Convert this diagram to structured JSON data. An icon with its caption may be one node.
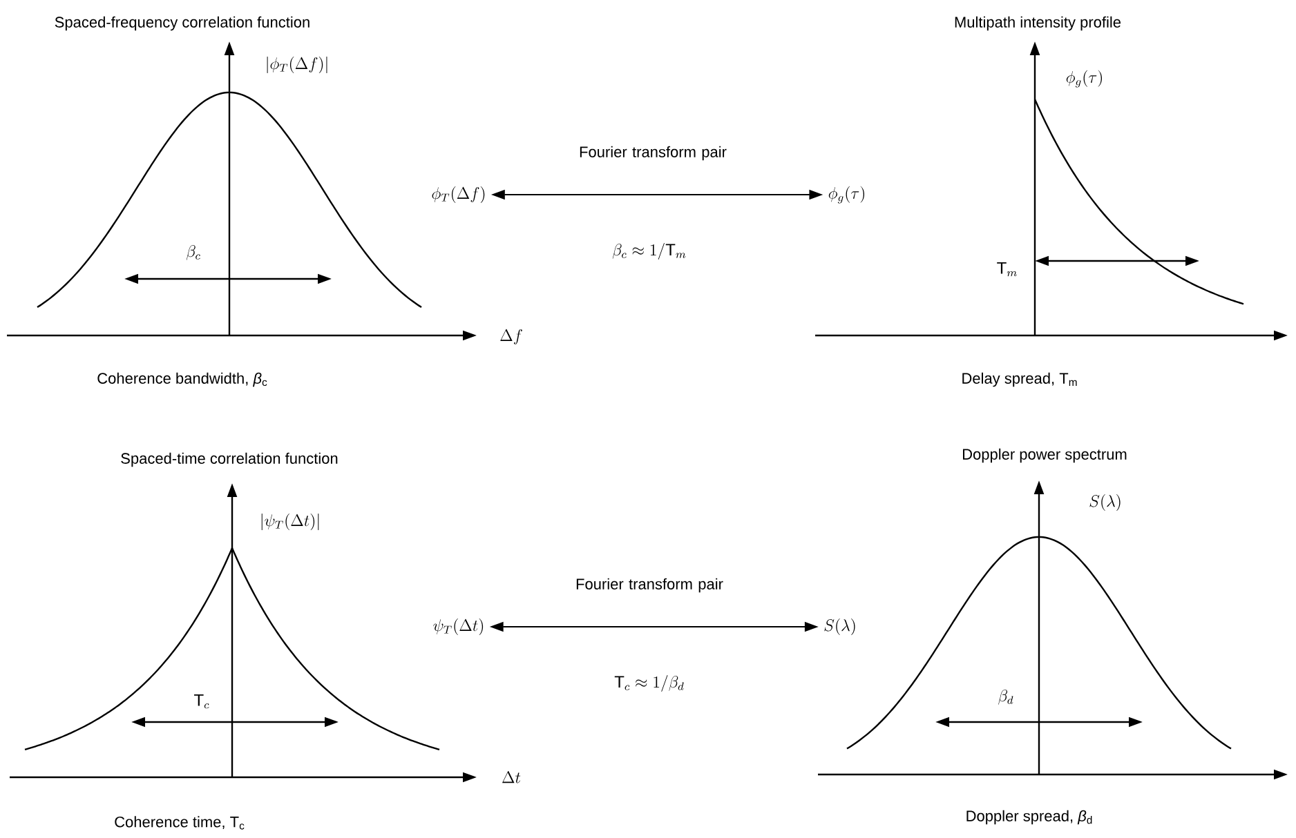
{
  "diagram": {
    "nodes": [
      {
        "text": [
          "\\phi_T(\\Delta f)"
        ]
      },
      {
        "text": [
          "\\phi_g(\\tau)"
        ]
      },
      {
        "text": [
          "\\psi_T(\\Delta t)"
        ]
      },
      {
        "text": [
          "S(\\lambda)"
        ]
      }
    ],
    "edges": [
      {
        "from": 0,
        "to": 1,
        "arrow": "both",
        "label": "Fourier transform pair"
      },
      {
        "from": 2,
        "to": 3,
        "arrow": "both",
        "label": "Fourier transform pair"
      }
    ],
    "labels": [
      "Spaced-frequency correlation function",
      "Multipath intensity profile",
      "|\\phi_T(\\Delta f)|",
      "\\phi_g(\\tau)",
      "\\beta_c",
      "\\beta_c \\approx 1/\\mathrm{T}_m",
      "\\mathrm{T}_m",
      "\\Delta f",
      "Coherence bandwidth, *β*$_{c}$",
      "Delay spread, T$_{m}$",
      "Spaced-time correlation function",
      "Doppler power spectrum",
      "|\\psi_T(\\Delta t)|",
      "S(\\lambda)",
      "\\mathrm{T}_c",
      "\\mathrm{T}_c \\approx 1/\\beta_d",
      "\\beta_d",
      "\\Delta t",
      "Coherence time, T$_{c}$",
      "Doppler spread, *β*$_{d}$"
    ]
  }
}
